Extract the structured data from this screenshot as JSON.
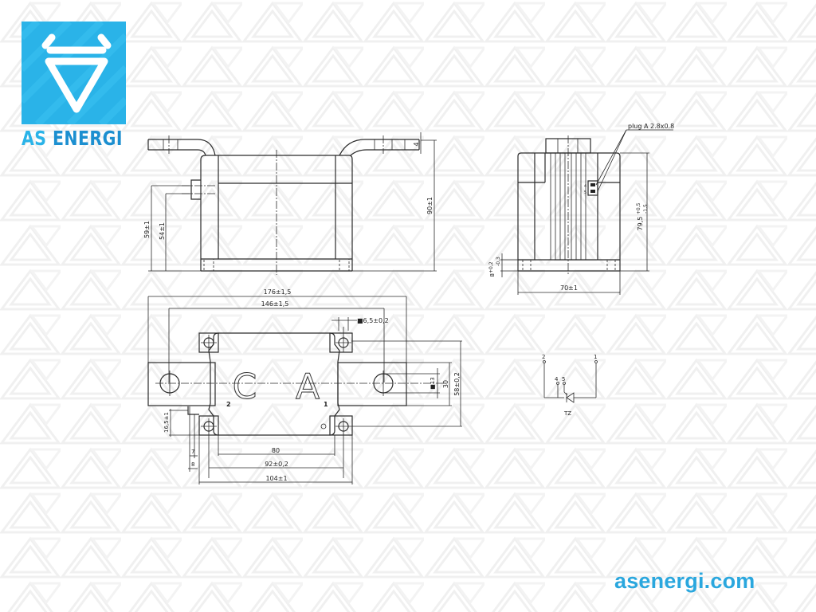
{
  "brand": {
    "logo_word_1": "AS",
    "logo_word_2": "ENERGI",
    "website": "asenergi.com",
    "colors": {
      "primary": "#2ab3e8",
      "dark": "#1c8fd0",
      "url": "#2aa7de"
    }
  },
  "side_view": {
    "dim_height_total": "90±1",
    "dim_terminal_59": "59±1",
    "dim_terminal_54": "54±1",
    "dim_terminal_thickness": "4"
  },
  "end_view": {
    "plug_label": "plug A  2.8x0.8",
    "dim_height": "79,5",
    "dim_height_tol_upper": "+0,5",
    "dim_height_tol_lower": "-1,5",
    "dim_base": "8",
    "dim_base_tol_upper": "+0,2",
    "dim_base_tol_lower": "-0,3",
    "dim_width": "70±1",
    "pin_labels": [
      "4",
      "5"
    ]
  },
  "top_view": {
    "dim_overall": "176±1,5",
    "dim_hole_pitch": "146±1,5",
    "dim_mount_hole": "■6,5±0,2",
    "dim_terminal_hole": "■13",
    "dim_terminal_width": "30",
    "dim_mount_pitch_y": "58±0,2",
    "dim_offset": "16,5±1",
    "dim_7": "7",
    "dim_8": "8",
    "dim_80": "80",
    "dim_92": "92±0,2",
    "dim_104": "104±1",
    "letter_cathode": "C",
    "letter_anode": "A",
    "terminal_2": "2",
    "terminal_1": "1"
  },
  "schematic": {
    "pin_2": "2",
    "pin_1": "1",
    "pin_4": "4",
    "pin_5": "5",
    "type_label": "TZ"
  }
}
